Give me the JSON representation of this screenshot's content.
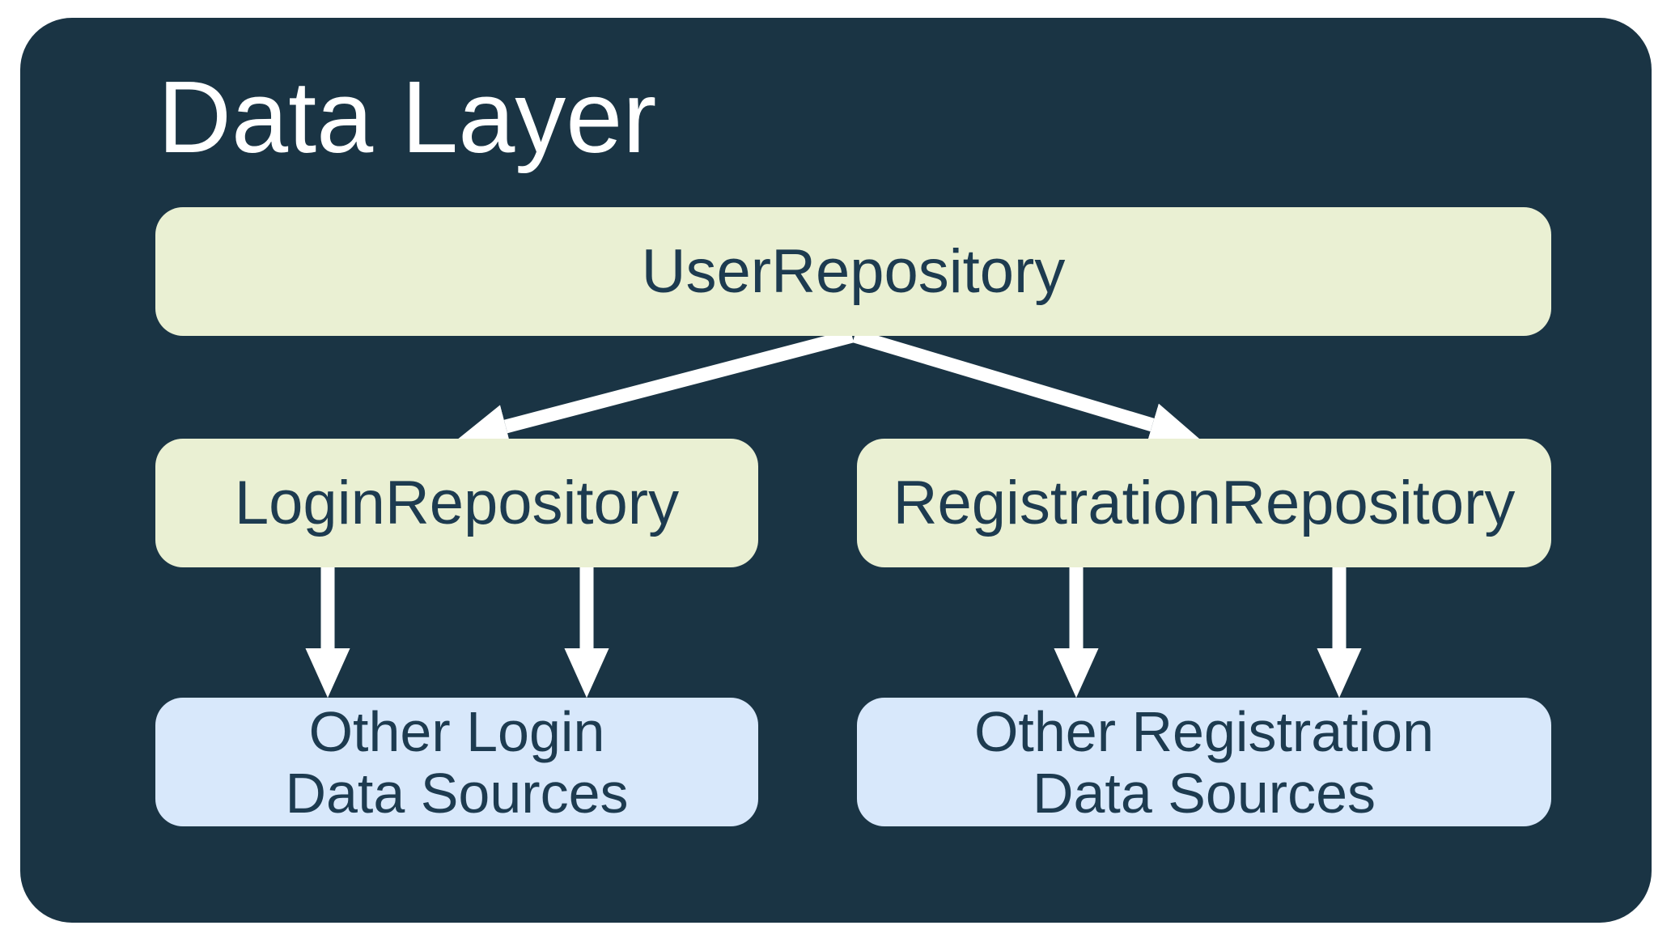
{
  "diagram": {
    "title": "Data Layer",
    "nodes": {
      "user_repository": {
        "label": "UserRepository"
      },
      "login_repository": {
        "label": "LoginRepository"
      },
      "registration_repository": {
        "label": "RegistrationRepository"
      },
      "other_login_data_sources": {
        "line1": "Other Login",
        "line2": "Data Sources"
      },
      "other_registration_data_sources": {
        "line1": "Other Registration",
        "line2": "Data Sources"
      }
    },
    "edges": [
      {
        "from": "user_repository",
        "to": "login_repository"
      },
      {
        "from": "user_repository",
        "to": "registration_repository"
      },
      {
        "from": "login_repository",
        "to": "other_login_data_sources"
      },
      {
        "from": "login_repository",
        "to": "other_login_data_sources"
      },
      {
        "from": "registration_repository",
        "to": "other_registration_data_sources"
      },
      {
        "from": "registration_repository",
        "to": "other_registration_data_sources"
      }
    ],
    "colors": {
      "page_background": "#FFFFFF",
      "container": "#1A3444",
      "repository_box": "#EAF0D3",
      "data_source_box": "#D8E8FB",
      "box_text": "#1D3B50",
      "title_text": "#FFFFFF",
      "arrow": "#FFFFFF"
    }
  }
}
